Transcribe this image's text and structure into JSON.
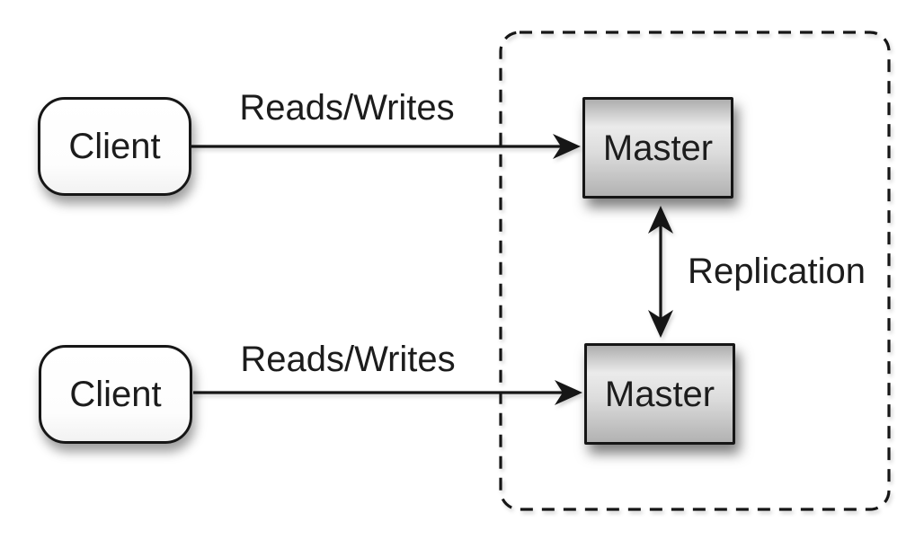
{
  "diagram": {
    "nodes": {
      "client_top": {
        "label": "Client"
      },
      "client_bottom": {
        "label": "Client"
      },
      "master_top": {
        "label": "Master"
      },
      "master_bottom": {
        "label": "Master"
      }
    },
    "edges": {
      "reads_writes_top": {
        "label": "Reads/Writes"
      },
      "reads_writes_bottom": {
        "label": "Reads/Writes"
      },
      "replication": {
        "label": "Replication"
      }
    },
    "colors": {
      "background": "#ffffff",
      "stroke": "#161616",
      "text": "#1c1c1c",
      "master_fill_dark": "#aeaeae",
      "master_fill_highlight": "#ebebeb",
      "client_fill": "#ffffff"
    }
  }
}
